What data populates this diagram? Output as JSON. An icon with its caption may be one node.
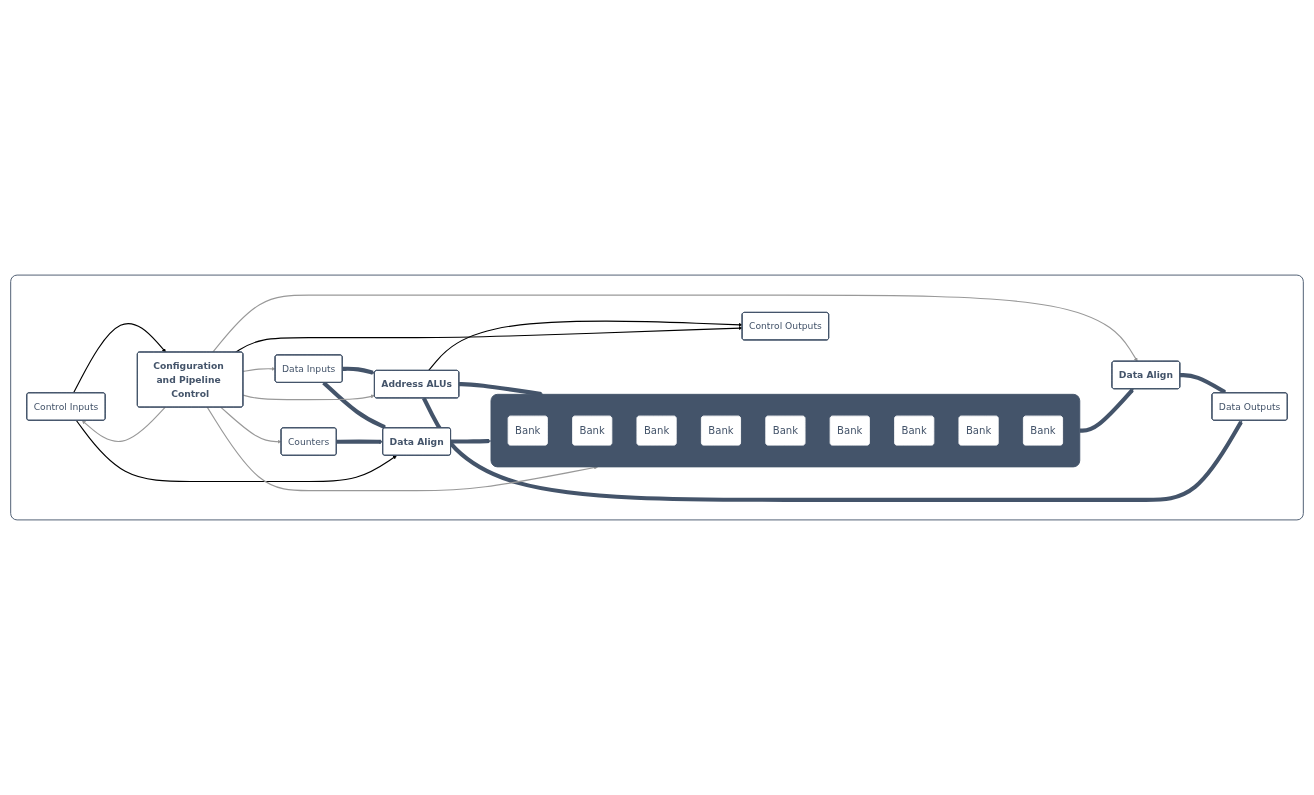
{
  "diagram": {
    "nodes": [
      {
        "text": [],
        "shape": "box"
      },
      {
        "text": [
          "Data Inputs"
        ],
        "in": 0
      },
      {
        "text": [
          "Address ALUs"
        ],
        "in": 0
      },
      {
        "text": [
          "Counters"
        ],
        "in": 0
      },
      {
        "text": [
          "Control Inputs"
        ],
        "in": 0
      },
      {
        "text": [
          "Data Align"
        ],
        "in": 0
      },
      {
        "text": [],
        "shape": "box",
        "in": 0
      },
      {
        "text": [
          "Bank"
        ],
        "in": 6
      },
      {
        "text": [
          "Bank"
        ],
        "in": 6
      },
      {
        "text": [
          "Bank"
        ],
        "in": 6
      },
      {
        "text": [
          "Bank"
        ],
        "in": 6
      },
      {
        "text": [
          "Bank"
        ],
        "in": 6
      },
      {
        "text": [
          "Bank"
        ],
        "in": 6
      },
      {
        "text": [
          "Bank"
        ],
        "in": 6
      },
      {
        "text": [
          "Bank"
        ],
        "in": 6
      },
      {
        "text": [
          "Bank"
        ],
        "in": 6
      },
      {
        "text": [
          "Data Align"
        ],
        "in": 0
      },
      {
        "text": [
          "Data Outputs"
        ],
        "in": 0
      },
      {
        "text": [
          "Control Outputs"
        ],
        "in": 0
      },
      {
        "text": [
          "Configuration and Pipeline Control"
        ],
        "in": 0
      }
    ],
    "edges": [
      {
        "from": 1,
        "to": 2,
        "arrow": "to",
        "style": "thick"
      },
      {
        "from": 1,
        "to": 5,
        "arrow": "to",
        "style": "thick"
      },
      {
        "from": 3,
        "to": 5,
        "arrow": "to",
        "style": "thick"
      },
      {
        "from": 4,
        "to": 5,
        "arrow": "to",
        "color": "#000000"
      },
      {
        "from": 4,
        "to": 19,
        "arrow": "to",
        "color": "#000000"
      },
      {
        "from": 19,
        "to": 4,
        "arrow": "to",
        "color": "#999999"
      },
      {
        "from": 19,
        "to": 3,
        "arrow": "to",
        "color": "#999999"
      },
      {
        "from": 19,
        "to": 1,
        "arrow": "to",
        "color": "#999999"
      },
      {
        "from": 2,
        "to": 6,
        "arrow": "to",
        "style": "thick"
      },
      {
        "from": 5,
        "to": 6,
        "arrow": "to",
        "style": "thick"
      },
      {
        "from": 6,
        "to": 16,
        "arrow": "to",
        "style": "thick"
      },
      {
        "from": 19,
        "to": 6,
        "arrow": "to",
        "color": "#999999"
      },
      {
        "from": 19,
        "to": 2,
        "arrow": "to",
        "color": "#999999"
      },
      {
        "from": 19,
        "to": 16,
        "arrow": "to",
        "color": "#999999"
      },
      {
        "from": 16,
        "to": 17,
        "arrow": "to",
        "style": "thick"
      },
      {
        "from": 2,
        "to": 17,
        "arrow": "to",
        "style": "thick"
      },
      {
        "from": 2,
        "to": 18,
        "arrow": "to",
        "color": "#000000"
      },
      {
        "from": 19,
        "to": 18,
        "arrow": "to",
        "color": "#000000"
      }
    ]
  }
}
